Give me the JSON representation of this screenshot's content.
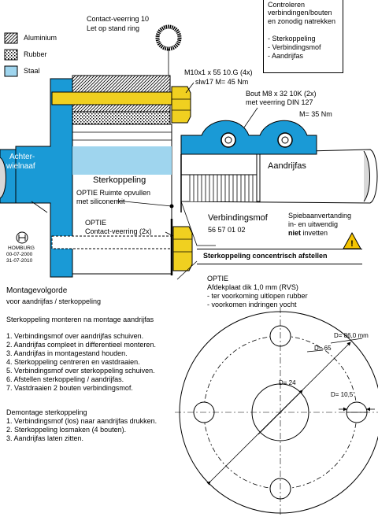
{
  "legend": {
    "aluminium": "Aluminium",
    "rubber": "Rubber",
    "staal": "Staal"
  },
  "callouts": {
    "ring_title": "Contact-veerring 10",
    "ring_note": "Let op stand ring",
    "check_lines": [
      "Controleren",
      "verbindingen/bouten",
      "en zonodig natrekken",
      "",
      "- Sterkoppeling",
      "- Verbindingsmof",
      "- Aandrijfas"
    ],
    "bolt_m10_line1": "M10x1 x 55 10.G (4x)",
    "bolt_m10_line2": "slw17  M= 45 Nm",
    "bolt_m8_line1": "Bout M8 x 32  10K (2x)",
    "bolt_m8_line2": "met veerring DIN 127",
    "bolt_m8_torque": "M= 35 Nm",
    "hub_line1": "Achter-",
    "hub_line2": "wielnaaf",
    "coupling": "Sterkoppeling",
    "shaft": "Aandrijfas",
    "option_fill_line1": "OPTIE Ruimte opvullen",
    "option_fill_line2": "met siliconenkit",
    "mof_name": "Verbindingsmof",
    "mof_number": "56 57 01 02",
    "spline_line1": "Spiebaanvertanding",
    "spline_line2": "in- en uitwendig",
    "spline_line3_bold": "niet",
    "spline_line3_rest": " invetten",
    "option_ring_line1": "OPTIE",
    "option_ring_line2": "Contact-veerring (2x)",
    "concentric": "Sterkoppeling concentrisch afstellen",
    "homburg_name": "HOMBURG",
    "homburg_date1": "00-07-2000",
    "homburg_date2": "31-07-2010",
    "plate_lines": [
      "OPTIE",
      "Afdekplaat dik 1,0 mm (RVS)",
      "- ter voorkoming uitlopen rubber",
      "- voorkomen indringen vocht"
    ]
  },
  "dimensions": {
    "d_outer": "D= 86,0 mm",
    "d_pitch": "D= 65",
    "d_inner": "D= 24",
    "d_hole": "D= 10,5"
  },
  "instructions": {
    "title": "Montagevolgorde",
    "subtitle": "voor aandrijfas / sterkoppeling",
    "intro": "Sterkoppeling monteren na montage aandrijfas",
    "steps": [
      "1. Verbindingsmof over aandrijfas schuiven.",
      "2. Aandrijfas compleet in differentieel monteren.",
      "3. Aandrijfas in montagestand houden.",
      "4. Sterkoppeling centreren en vastdraaien.",
      "5. Verbindingsmof over sterkoppeling schuiven.",
      "6. Afstellen sterkoppeling / aandrijfas.",
      "7. Vastdraaien 2 bouten verbindingsmof."
    ],
    "demontage_title": "Demontage sterkoppeling",
    "demontage_steps": [
      "1. Verbindingsmof (los) naar aandrijfas drukken.",
      "2. Sterkoppeling losmaken (4 bouten).",
      "3. Aandrijfas laten zitten."
    ]
  },
  "colors": {
    "staal": "#9fd5ee",
    "blue": "#1a9ad6",
    "yellow": "#f0d020",
    "warning": "#f5c400",
    "hub_grey": "#d8d8d8"
  },
  "icons": [
    "homburg-logo-icon",
    "warning-triangle-icon"
  ]
}
